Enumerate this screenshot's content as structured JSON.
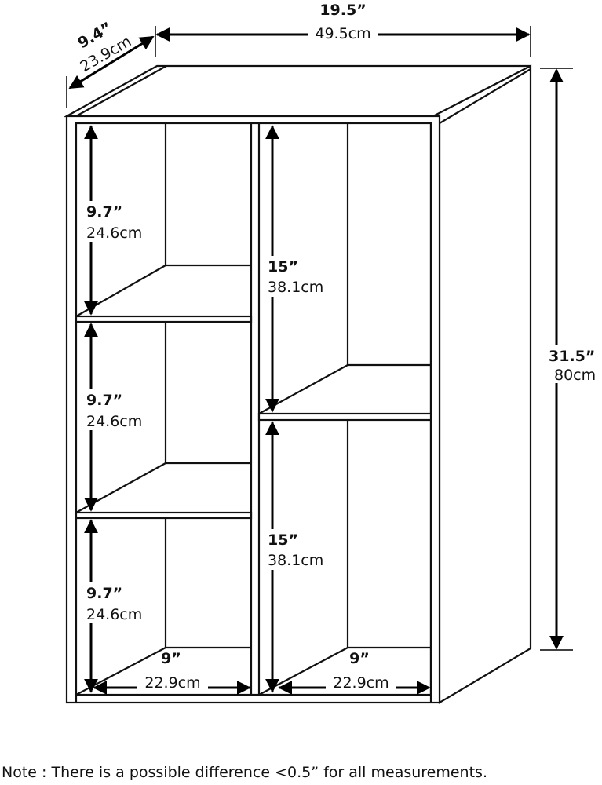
{
  "dimensions": {
    "width": {
      "in": "19.5”",
      "cm": "49.5cm"
    },
    "depth": {
      "in": "9.4”",
      "cm": "23.9cm"
    },
    "height": {
      "in": "31.5”",
      "cm": "80cm"
    },
    "left_cube_1": {
      "in": "9.7”",
      "cm": "24.6cm"
    },
    "left_cube_2": {
      "in": "9.7”",
      "cm": "24.6cm"
    },
    "left_cube_3": {
      "in": "9.7”",
      "cm": "24.6cm"
    },
    "right_cube_1": {
      "in": "15”",
      "cm": "38.1cm"
    },
    "right_cube_2": {
      "in": "15”",
      "cm": "38.1cm"
    },
    "left_width": {
      "in": "9”",
      "cm": "22.9cm"
    },
    "right_width": {
      "in": "9”",
      "cm": "22.9cm"
    }
  },
  "note": "Note : There is a possible difference <0.5” for all measurements."
}
